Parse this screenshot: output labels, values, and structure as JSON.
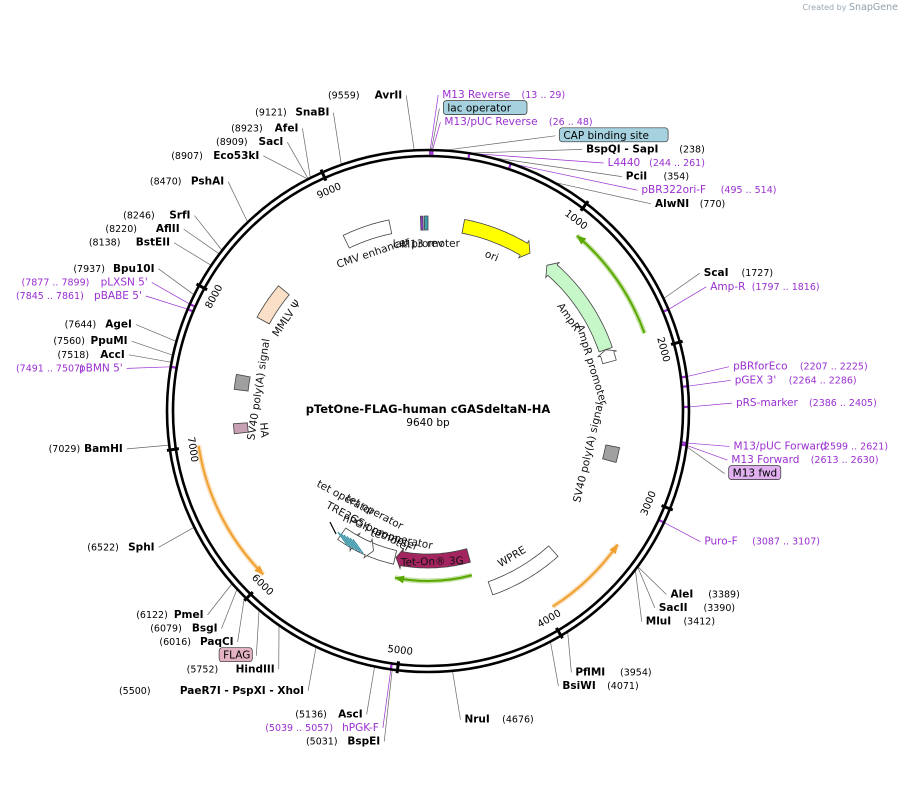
{
  "brand": {
    "created_by": "Created by",
    "app": "SnapGene"
  },
  "title": "pTetOne-FLAG-human cGASdeltaN-HA",
  "size_label": "9640 bp",
  "total_bp": 9640,
  "ticks": [
    {
      "bp": 1000,
      "label": "1000"
    },
    {
      "bp": 2000,
      "label": "2000"
    },
    {
      "bp": 3000,
      "label": "3000"
    },
    {
      "bp": 4000,
      "label": "4000"
    },
    {
      "bp": 5000,
      "label": "5000"
    },
    {
      "bp": 6000,
      "label": "6000"
    },
    {
      "bp": 7000,
      "label": "7000"
    },
    {
      "bp": 8000,
      "label": "8000"
    },
    {
      "bp": 9000,
      "label": "9000"
    }
  ],
  "sites": [
    {
      "bp": 9559,
      "label": "AvrII",
      "pos": "(9559)",
      "kind": "enzyme"
    },
    {
      "bp": 13,
      "label": "M13 Reverse",
      "pos": "(13 .. 29)",
      "kind": "primer"
    },
    {
      "bp": 20,
      "label": "lac operator",
      "kind": "box",
      "color": "#a6d2e0"
    },
    {
      "bp": 26,
      "label": "M13/pUC Reverse",
      "pos": "(26 .. 48)",
      "kind": "primer"
    },
    {
      "bp": 90,
      "label": "CAP binding site",
      "kind": "box",
      "color": "#a6d2e0"
    },
    {
      "bp": 238,
      "label": "BspQI - SapI",
      "pos": "(238)",
      "kind": "enzyme"
    },
    {
      "bp": 244,
      "label": "L4440",
      "pos": "(244 .. 261)",
      "kind": "primer"
    },
    {
      "bp": 354,
      "label": "PciI",
      "pos": "(354)",
      "kind": "enzyme"
    },
    {
      "bp": 495,
      "label": "pBR322ori-F",
      "pos": "(495 .. 514)",
      "kind": "primer"
    },
    {
      "bp": 770,
      "label": "AlwNI",
      "pos": "(770)",
      "kind": "enzyme"
    },
    {
      "bp": 1727,
      "label": "ScaI",
      "pos": "(1727)",
      "kind": "enzyme"
    },
    {
      "bp": 1797,
      "label": "Amp-R",
      "pos": "(1797 .. 1816)",
      "kind": "primer"
    },
    {
      "bp": 2207,
      "label": "pBRforEco",
      "pos": "(2207 .. 2225)",
      "kind": "primer"
    },
    {
      "bp": 2264,
      "label": "pGEX 3'",
      "pos": "(2264 .. 2286)",
      "kind": "primer"
    },
    {
      "bp": 2386,
      "label": "pRS-marker",
      "pos": "(2386 .. 2405)",
      "kind": "primer"
    },
    {
      "bp": 2599,
      "label": "M13/pUC Forward",
      "pos": "(2599 .. 2621)",
      "kind": "primer"
    },
    {
      "bp": 2613,
      "label": "M13 Forward",
      "pos": "(2613 .. 2630)",
      "kind": "primer"
    },
    {
      "bp": 2620,
      "label": "M13 fwd",
      "kind": "box",
      "color": "#e0b0ef"
    },
    {
      "bp": 3087,
      "label": "Puro-F",
      "pos": "(3087 .. 3107)",
      "kind": "primer"
    },
    {
      "bp": 3389,
      "label": "AleI",
      "pos": "(3389)",
      "kind": "enzyme"
    },
    {
      "bp": 3390,
      "label": "SacII",
      "pos": "(3390)",
      "kind": "enzyme"
    },
    {
      "bp": 3412,
      "label": "MluI",
      "pos": "(3412)",
      "kind": "enzyme"
    },
    {
      "bp": 3954,
      "label": "PflMI",
      "pos": "(3954)",
      "kind": "enzyme"
    },
    {
      "bp": 4071,
      "label": "BsiWI",
      "pos": "(4071)",
      "kind": "enzyme"
    },
    {
      "bp": 4676,
      "label": "NruI",
      "pos": "(4676)",
      "kind": "enzyme"
    },
    {
      "bp": 5031,
      "label": "BspEI",
      "pos": "(5031)",
      "kind": "enzyme"
    },
    {
      "bp": 5039,
      "label": "hPGK-F",
      "pos": "(5039 .. 5057)",
      "kind": "primer"
    },
    {
      "bp": 5136,
      "label": "AscI",
      "pos": "(5136)",
      "kind": "enzyme"
    },
    {
      "bp": 5500,
      "label": "PaeR7I - PspXI - XhoI",
      "pos": "(5500)",
      "kind": "enzyme"
    },
    {
      "bp": 5752,
      "label": "HindIII",
      "pos": "(5752)",
      "kind": "enzyme"
    },
    {
      "bp": 5900,
      "label": "FLAG",
      "kind": "box",
      "color": "#e3b3c3"
    },
    {
      "bp": 6016,
      "label": "PaqCI",
      "pos": "(6016)",
      "kind": "enzyme"
    },
    {
      "bp": 6079,
      "label": "BsgI",
      "pos": "(6079)",
      "kind": "enzyme"
    },
    {
      "bp": 6122,
      "label": "PmeI",
      "pos": "(6122)",
      "kind": "enzyme"
    },
    {
      "bp": 6522,
      "label": "SphI",
      "pos": "(6522)",
      "kind": "enzyme"
    },
    {
      "bp": 7029,
      "label": "BamHI",
      "pos": "(7029)",
      "kind": "enzyme"
    },
    {
      "bp": 7491,
      "label": "pBMN 5'",
      "pos": "(7491 .. 7507)",
      "kind": "primer"
    },
    {
      "bp": 7518,
      "label": "AccI",
      "pos": "(7518)",
      "kind": "enzyme"
    },
    {
      "bp": 7560,
      "label": "PpuMI",
      "pos": "(7560)",
      "kind": "enzyme"
    },
    {
      "bp": 7644,
      "label": "AgeI",
      "pos": "(7644)",
      "kind": "enzyme"
    },
    {
      "bp": 7845,
      "label": "pBABE 5'",
      "pos": "(7845 .. 7861)",
      "kind": "primer"
    },
    {
      "bp": 7877,
      "label": "pLXSN 5'",
      "pos": "(7877 .. 7899)",
      "kind": "primer"
    },
    {
      "bp": 7937,
      "label": "Bpu10I",
      "pos": "(7937)",
      "kind": "enzyme"
    },
    {
      "bp": 8138,
      "label": "BstEII",
      "pos": "(8138)",
      "kind": "enzyme"
    },
    {
      "bp": 8220,
      "label": "AflII",
      "pos": "(8220)",
      "kind": "enzyme"
    },
    {
      "bp": 8246,
      "label": "SrfI",
      "pos": "(8246)",
      "kind": "enzyme"
    },
    {
      "bp": 8470,
      "label": "PshAI",
      "pos": "(8470)",
      "kind": "enzyme"
    },
    {
      "bp": 8907,
      "label": "Eco53kI",
      "pos": "(8907)",
      "kind": "enzyme"
    },
    {
      "bp": 8909,
      "label": "SacI",
      "pos": "(8909)",
      "kind": "enzyme"
    },
    {
      "bp": 8923,
      "label": "AfeI",
      "pos": "(8923)",
      "kind": "enzyme"
    },
    {
      "bp": 9121,
      "label": "SnaBI",
      "pos": "(9121)",
      "kind": "enzyme"
    }
  ],
  "features": [
    {
      "label": "ori",
      "start": 290,
      "end": 880,
      "lane": 0,
      "color": "#ffff00",
      "dir": 1,
      "text": "inside"
    },
    {
      "label": "AmpR",
      "start": 1050,
      "end": 1900,
      "lane": 0,
      "color": "#c6f7c9",
      "dir": -1,
      "text": "inside"
    },
    {
      "label": "AmpR promoter",
      "start": 1900,
      "end": 2005,
      "lane": 0,
      "color": "#ffffff",
      "dir": -1,
      "text": "inside"
    },
    {
      "label": "SV40 poly(A) signal",
      "start": 2700,
      "end": 2820,
      "lane": 0,
      "color": "#a0a0a0",
      "dir": 0,
      "text": "inside"
    },
    {
      "label": "WPRE",
      "start": 3700,
      "end": 4300,
      "lane": 0,
      "color": "#ffffff",
      "dir": 0,
      "text": "inside"
    },
    {
      "label": "Tet-On® 3G",
      "start": 4400,
      "end": 5150,
      "lane": 1,
      "color": "#a3245e",
      "dir": 1,
      "text": "on"
    },
    {
      "label": "hPGK promoter",
      "start": 5160,
      "end": 5660,
      "lane": 1,
      "color": "#ffffff",
      "dir": 1,
      "text": "inside"
    },
    {
      "label": "TRE3GS promoter",
      "start": 5390,
      "end": 5760,
      "lane": 1,
      "color": "#ffffff",
      "dir": -1,
      "text": "inside"
    },
    {
      "label": "HA",
      "start": 7050,
      "end": 7130,
      "lane": 0,
      "color": "#c8a0b4",
      "dir": 0,
      "text": "inside"
    },
    {
      "label": "SV40 poly(A) signal",
      "start": 7400,
      "end": 7520,
      "lane": 0,
      "color": "#a0a0a0",
      "dir": 0,
      "text": "inside"
    },
    {
      "label": "MMLV Ψ",
      "start": 8000,
      "end": 8300,
      "lane": 0,
      "color": "#fbe0c7",
      "dir": 0,
      "text": "inside"
    },
    {
      "label": "CMV enhancer",
      "start": 8950,
      "end": 9330,
      "lane": 0,
      "color": "#ffffff",
      "dir": 0,
      "text": "inside"
    },
    {
      "label": "M13 rev",
      "start": 9580,
      "end": 9600,
      "lane": 0,
      "color": "#8a3cc8",
      "dir": 0,
      "text": "inside"
    },
    {
      "label": "lac promoter",
      "start": 9610,
      "end": 9640,
      "lane": 0,
      "color": "#3fa0b0",
      "dir": 0,
      "text": "inside"
    }
  ],
  "orfs": [
    {
      "start": 1080,
      "end": 1880,
      "dir": -1
    },
    {
      "start": 3350,
      "end": 3950,
      "dir": -1
    },
    {
      "start": 4420,
      "end": 5120,
      "dir": 1
    },
    {
      "start": 6030,
      "end": 7000,
      "dir": -1
    }
  ],
  "tet_operator_labels": [
    "tet operator",
    "tet operator",
    "tet operator"
  ],
  "colors": {
    "enzyme": "#000000",
    "primer": "#9a2fd0",
    "orf": "#59a800",
    "orf_alt": "#f0a030"
  }
}
